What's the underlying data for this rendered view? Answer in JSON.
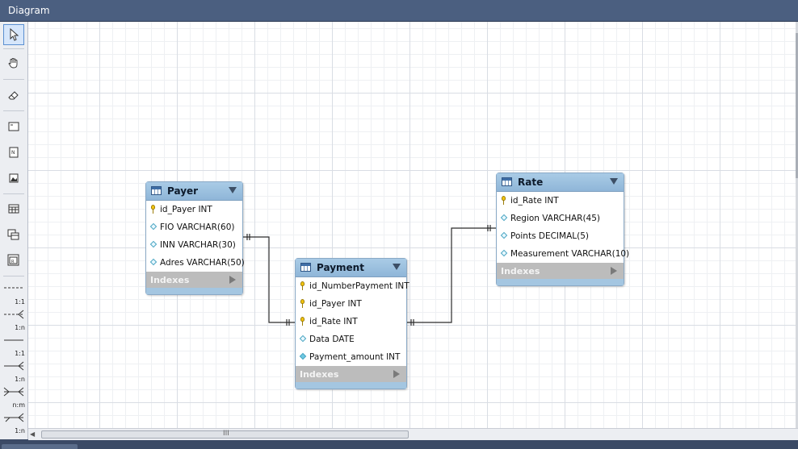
{
  "window": {
    "title": "Diagram"
  },
  "toolbar": {
    "tools": [
      {
        "name": "pointer-tool",
        "icon": "arrow-pointer-icon",
        "selected": true
      },
      {
        "name": "hand-tool",
        "icon": "hand-icon"
      },
      {
        "name": "eraser-tool",
        "icon": "eraser-icon"
      },
      {
        "name": "layer-tool",
        "icon": "layer-icon"
      },
      {
        "name": "note-tool",
        "icon": "note-icon"
      },
      {
        "name": "image-tool",
        "icon": "image-icon"
      },
      {
        "name": "table-tool",
        "icon": "table-icon"
      },
      {
        "name": "view-tool",
        "icon": "view-icon"
      },
      {
        "name": "routine-group-tool",
        "icon": "routine-group-icon"
      }
    ],
    "relationships": [
      "1:1",
      "1:n",
      "1:1",
      "1:n",
      "n:m",
      "1:n"
    ]
  },
  "entities": [
    {
      "id": "payer",
      "name": "Payer",
      "columns": [
        {
          "text": "id_Payer INT",
          "kind": "pk"
        },
        {
          "text": "FIO VARCHAR(60)",
          "kind": "col"
        },
        {
          "text": "INN VARCHAR(30)",
          "kind": "col"
        },
        {
          "text": "Adres VARCHAR(50)",
          "kind": "col"
        }
      ],
      "indexes_label": "Indexes"
    },
    {
      "id": "payment",
      "name": "Payment",
      "columns": [
        {
          "text": "id_NumberPayment INT",
          "kind": "pk"
        },
        {
          "text": "id_Payer INT",
          "kind": "pk"
        },
        {
          "text": "id_Rate INT",
          "kind": "pk"
        },
        {
          "text": "Data DATE",
          "kind": "col"
        },
        {
          "text": "Payment_amount INT",
          "kind": "col-filled"
        }
      ],
      "indexes_label": "Indexes"
    },
    {
      "id": "rate",
      "name": "Rate",
      "columns": [
        {
          "text": "id_Rate INT",
          "kind": "pk"
        },
        {
          "text": "Region VARCHAR(45)",
          "kind": "col"
        },
        {
          "text": "Points DECIMAL(5)",
          "kind": "col"
        },
        {
          "text": "Measurement VARCHAR(10)",
          "kind": "col"
        }
      ],
      "indexes_label": "Indexes"
    }
  ],
  "relationships": [
    {
      "from": "payer",
      "to": "payment",
      "type": "1:n"
    },
    {
      "from": "rate",
      "to": "payment",
      "type": "1:n"
    }
  ]
}
